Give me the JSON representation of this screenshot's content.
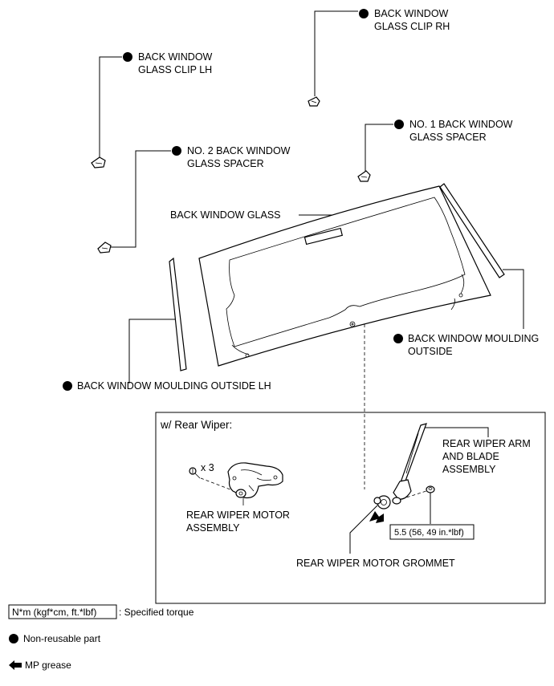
{
  "labels": {
    "clip_rh_1": "BACK WINDOW",
    "clip_rh_2": "GLASS CLIP RH",
    "clip_lh_1": "BACK WINDOW",
    "clip_lh_2": "GLASS CLIP LH",
    "spacer1_1": "NO. 1 BACK WINDOW",
    "spacer1_2": "GLASS SPACER",
    "spacer2_1": "NO. 2 BACK WINDOW",
    "spacer2_2": "GLASS SPACER",
    "glass": "BACK WINDOW GLASS",
    "moulding_rh_1": "BACK WINDOW MOULDING",
    "moulding_rh_2": "OUTSIDE",
    "moulding_lh": "BACK WINDOW MOULDING OUTSIDE LH",
    "rear_wiper_box": "w/ Rear Wiper:",
    "x3": "x 3",
    "motor_1": "REAR WIPER MOTOR",
    "motor_2": "ASSEMBLY",
    "arm_1": "REAR WIPER ARM",
    "arm_2": "AND BLADE",
    "arm_3": "ASSEMBLY",
    "torque_value": "5.5 (56, 49 in.*lbf)",
    "grommet": "REAR WIPER MOTOR GROMMET"
  },
  "legend": {
    "torque_box": "N*m (kgf*cm, ft.*lbf)",
    "torque_text": ": Specified torque",
    "nonreusable": "Non-reusable part",
    "grease": "MP grease"
  }
}
